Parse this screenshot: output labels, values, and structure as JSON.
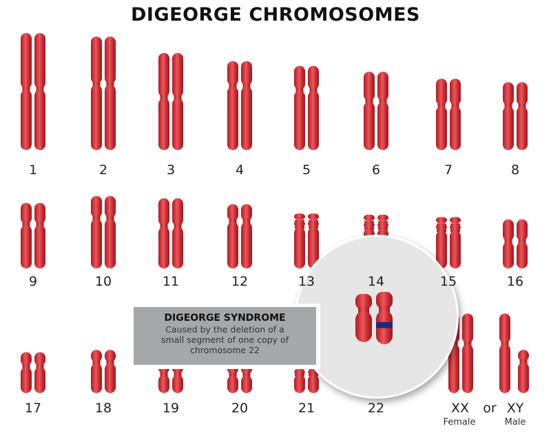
{
  "title": "DIGEORGE CHROMOSOMES",
  "colors": {
    "chromosome": "#c62a30",
    "chromosome_highlight": "#e14a4f",
    "chromosome_shadow": "#9e1e24",
    "deletion_band": "#1b2a7a",
    "magnifier_bg": "#e6e6e7",
    "callout_bg": "#a6a7a9"
  },
  "chromosomes": [
    {
      "label": "1",
      "length": 1.0,
      "centromere": 0.48,
      "type": "metacentric"
    },
    {
      "label": "2",
      "length": 0.97,
      "centromere": 0.42,
      "type": "metacentric"
    },
    {
      "label": "3",
      "length": 0.83,
      "centromere": 0.46,
      "type": "metacentric"
    },
    {
      "label": "4",
      "length": 0.76,
      "centromere": 0.28,
      "type": "submetacentric"
    },
    {
      "label": "5",
      "length": 0.72,
      "centromere": 0.29,
      "type": "submetacentric"
    },
    {
      "label": "6",
      "length": 0.67,
      "centromere": 0.38,
      "type": "submetacentric"
    },
    {
      "label": "7",
      "length": 0.61,
      "centromere": 0.38,
      "type": "submetacentric"
    },
    {
      "label": "8",
      "length": 0.58,
      "centromere": 0.35,
      "type": "submetacentric"
    },
    {
      "label": "9",
      "length": 0.56,
      "centromere": 0.33,
      "type": "submetacentric"
    },
    {
      "label": "10",
      "length": 0.62,
      "centromere": 0.31,
      "type": "submetacentric"
    },
    {
      "label": "11",
      "length": 0.6,
      "centromere": 0.4,
      "type": "submetacentric"
    },
    {
      "label": "12",
      "length": 0.55,
      "centromere": 0.27,
      "type": "submetacentric"
    },
    {
      "label": "13",
      "length": 0.47,
      "centromere": 0.0,
      "type": "acrocentric"
    },
    {
      "label": "14",
      "length": 0.46,
      "centromere": 0.0,
      "type": "acrocentric"
    },
    {
      "label": "15",
      "length": 0.44,
      "centromere": 0.0,
      "type": "acrocentric"
    },
    {
      "label": "16",
      "length": 0.42,
      "centromere": 0.45,
      "type": "metacentric"
    },
    {
      "label": "17",
      "length": 0.35,
      "centromere": 0.35,
      "type": "submetacentric"
    },
    {
      "label": "18",
      "length": 0.37,
      "centromere": 0.3,
      "type": "submetacentric"
    },
    {
      "label": "19",
      "length": 0.29,
      "centromere": 0.45,
      "type": "metacentric"
    },
    {
      "label": "20",
      "length": 0.28,
      "centromere": 0.45,
      "type": "metacentric"
    },
    {
      "label": "21",
      "length": 0.23,
      "centromere": 0.0,
      "type": "acrocentric"
    },
    {
      "label": "22",
      "length": 0.25,
      "centromere": 0.0,
      "type": "acrocentric"
    }
  ],
  "sex_chromosomes": {
    "xx_label": "XX",
    "or_label": "or",
    "xy_label": "XY",
    "female_label": "Female",
    "male_label": "Male",
    "x": {
      "length": 0.68,
      "centromere": 0.38
    },
    "y": {
      "length": 0.37,
      "centromere": 0.28
    }
  },
  "callout": {
    "title": "DIGEORGE SYNDROME",
    "line1": "Caused by the deletion of a",
    "line2": "small segment of one copy of",
    "line3": "chromosome 22"
  },
  "magnifier": {
    "chromosome": "22",
    "deletion_position": 0.6,
    "deletion_size": 0.12
  }
}
